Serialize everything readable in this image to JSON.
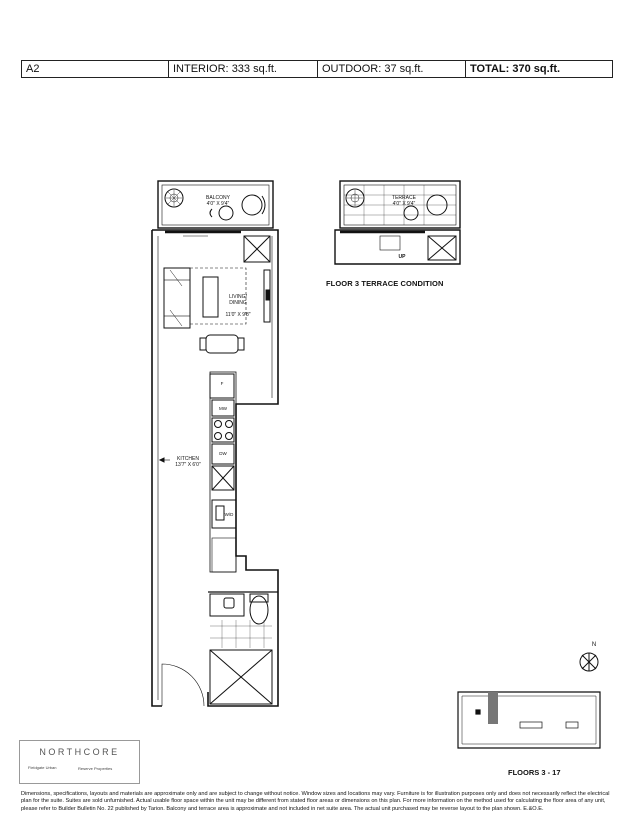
{
  "header": {
    "unit": "A2",
    "interior_label": "INTERIOR:",
    "interior_value": "333 sq.ft.",
    "outdoor_label": "OUTDOOR:",
    "outdoor_value": "37 sq.ft.",
    "total_label": "TOTAL:",
    "total_value": "370 sq.ft."
  },
  "plan": {
    "balcony_label": "BALCONY",
    "balcony_dim": "4'0\" X 9'4\"",
    "living_label": "LIVING/\nDINING",
    "living_dim": "11'0\" X 9'8\"",
    "kitchen_label": "KITCHEN",
    "kitchen_dim": "13'7\" X 6'0\"",
    "fridge": "F",
    "microwave": "MW",
    "dishwasher": "DW",
    "washer_dryer": "W/D"
  },
  "terrace": {
    "label": "TERRACE",
    "dim": "4'0\" X 9'4\"",
    "up": "UP",
    "caption": "FLOOR 3 TERRACE CONDITION"
  },
  "keyplan": {
    "caption": "FLOORS 3 - 17",
    "north": "N"
  },
  "logo": {
    "name": "NORTHCORE",
    "dev1": "Fieldgate Urban",
    "dev2": "Reserve Properties"
  },
  "disclaimer": "Dimensions, specifications, layouts and materials are approximate only and are subject to change without notice. Window sizes and locations may vary. Furniture is for illustration purposes only and does not necessarily reflect the electrical plan for the suite. Suites are sold unfurnished. Actual usable floor space within the unit may be different from stated floor areas or dimensions on this plan. For more information on the method used for calculating the floor area of any unit, please refer to Builder Bulletin No. 22 published by Tarion. Balcony and terrace area is approximate and not included in net suite area. The actual unit purchased may be reverse layout to the plan shown. E.&O.E."
}
